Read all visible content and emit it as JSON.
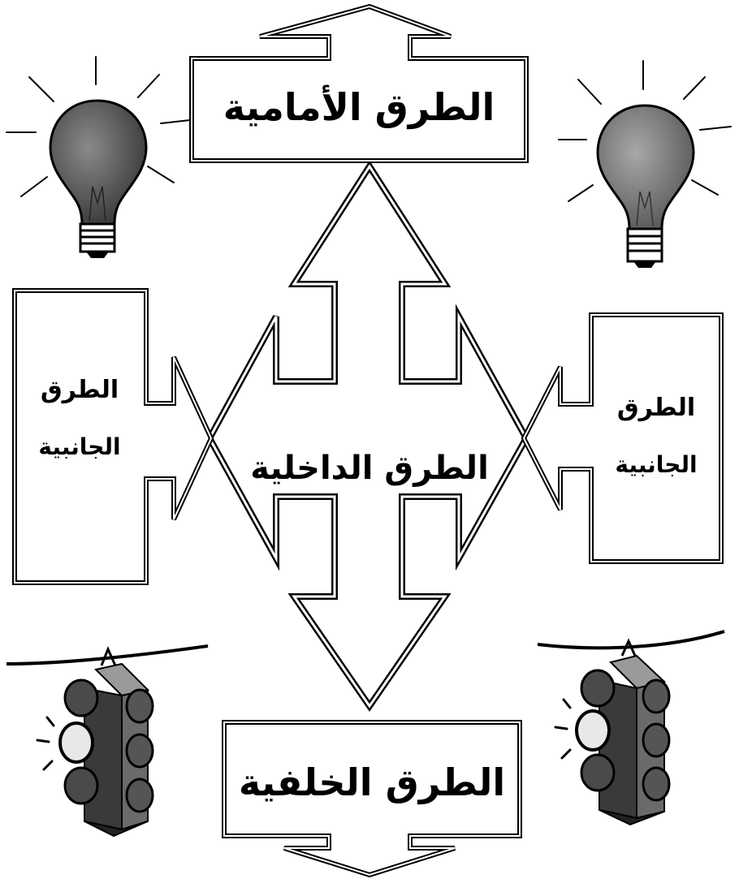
{
  "diagram": {
    "front_roads": "الطرق الأمامية",
    "inner_roads": "الطرق الداخلية",
    "back_roads": "الطرق الخلفية",
    "side_roads_left": [
      "الطرق",
      "الجانبية"
    ],
    "side_roads_right": [
      "الطرق",
      "الجانبية"
    ]
  },
  "colors": {
    "ink": "#000000",
    "paper": "#ffffff",
    "bulb_glass": "#555555",
    "bulb_glass_right": "#7a7a7a",
    "light_gray": "#8a8a8a",
    "lit_lamp": "#e8e8e8"
  },
  "icons": [
    "light-bulb-icon",
    "light-bulb-icon",
    "traffic-light-icon",
    "traffic-light-icon"
  ]
}
